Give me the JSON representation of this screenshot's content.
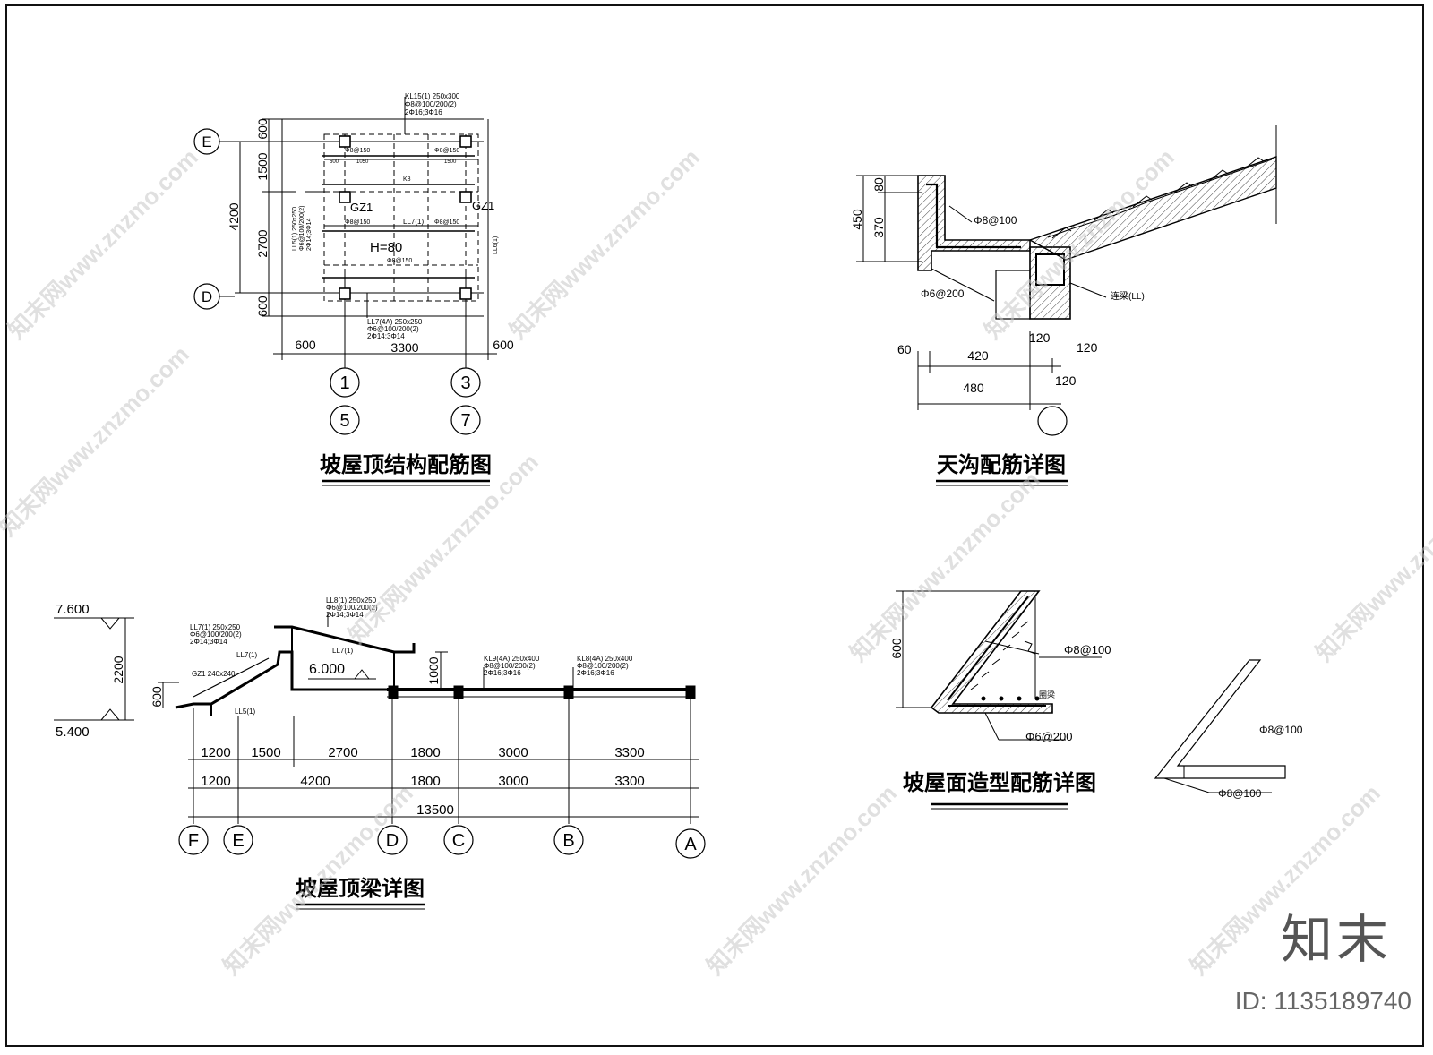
{
  "drawing1": {
    "title": "坡屋顶结构配筋图",
    "axes": {
      "E": "E",
      "D": "D",
      "n1": "1",
      "n3": "3",
      "n5": "5",
      "n7": "7"
    },
    "dims": {
      "d600a": "600",
      "d1500": "1500",
      "d2700": "2700",
      "d600b": "600",
      "d4200": "4200",
      "h600l": "600",
      "h3300": "3300",
      "h600r": "600"
    },
    "notes": {
      "kl15_1": "KL15(1) 250x300",
      "kl15_2": "Φ8@100/200(2)",
      "kl15_3": "2Φ16;3Φ16",
      "gz1a": "GZ1",
      "gz1b": "GZ1",
      "h80": "H=80",
      "ll7": "LL7(1)",
      "ll7b_1": "LL7(4A) 250x250",
      "ll7b_2": "Φ6@100/200(2)",
      "ll7b_3": "2Φ14;3Φ14",
      "ll5_1": "LL5(1) 250x250",
      "ll5_2": "Φ6@100/200(2)",
      "ll5_3": "2Φ14;3Φ14",
      "ll6": "LL6(1)",
      "r1": "Φ8@150",
      "r2": "Φ8@150",
      "r3": "Φ8@150",
      "r4": "Φ8@150",
      "r5": "Φ8@150",
      "k8": "K8",
      "s600": "600",
      "s1050": "1050",
      "s1500": "1500"
    }
  },
  "drawing2": {
    "title": "天沟配筋详图",
    "dims": {
      "v450": "450",
      "v80": "80",
      "v370": "370",
      "h60": "60",
      "h420": "420",
      "h480": "480",
      "h120a": "120",
      "h120b": "120",
      "h120c": "120"
    },
    "notes": {
      "r8": "Φ8@100",
      "r6": "Φ6@200",
      "ll": "连梁(LL)"
    }
  },
  "drawing3": {
    "title": "坡屋顶梁详图",
    "levels": {
      "l760": "7.600",
      "l540": "5.400",
      "l600": "6.000"
    },
    "dims": {
      "v2200": "2200",
      "v600": "600",
      "v1000": "1000"
    },
    "row1": [
      "1200",
      "1500",
      "2700",
      "1800",
      "3000",
      "3300"
    ],
    "row2": [
      "1200",
      "4200",
      "1800",
      "3000",
      "3300"
    ],
    "total": "13500",
    "axes": [
      "F",
      "E",
      "D",
      "C",
      "B",
      "A"
    ],
    "notes": {
      "ll8_1": "LL8(1) 250x250",
      "ll8_2": "Φ6@100/200(2)",
      "ll8_3": "2Φ14;3Φ14",
      "ll7_1": "LL7(1) 250x250",
      "ll7_2": "Φ6@100/200(2)",
      "ll7_3": "2Φ14;3Φ14",
      "ll7a": "LL7(1)",
      "ll7c": "LL7(1)",
      "gz1": "GZ1 240x240",
      "ll5": "LL5(1)",
      "kl9_1": "KL9(4A) 250x400",
      "kl9_2": "Φ8@100/200(2)",
      "kl9_3": "2Φ16;3Φ16",
      "kl8_1": "KL8(4A) 250x400",
      "kl8_2": "Φ8@100/200(2)",
      "kl8_3": "2Φ16;3Φ16"
    }
  },
  "drawing4": {
    "title": "坡屋面造型配筋详图",
    "dims": {
      "v600": "600"
    },
    "notes": {
      "r8a": "Φ8@100",
      "r6": "Φ6@200",
      "ql": "圈梁",
      "r8b": "Φ8@100",
      "r8c": "Φ8@100"
    }
  },
  "watermark": {
    "text": "知末网www.znzmo.com"
  },
  "brand": "知末",
  "id_text": "ID: 1135189740",
  "colors": {
    "ink": "#000000",
    "watermark": "#c8c8c8",
    "hatch": "#444444"
  }
}
